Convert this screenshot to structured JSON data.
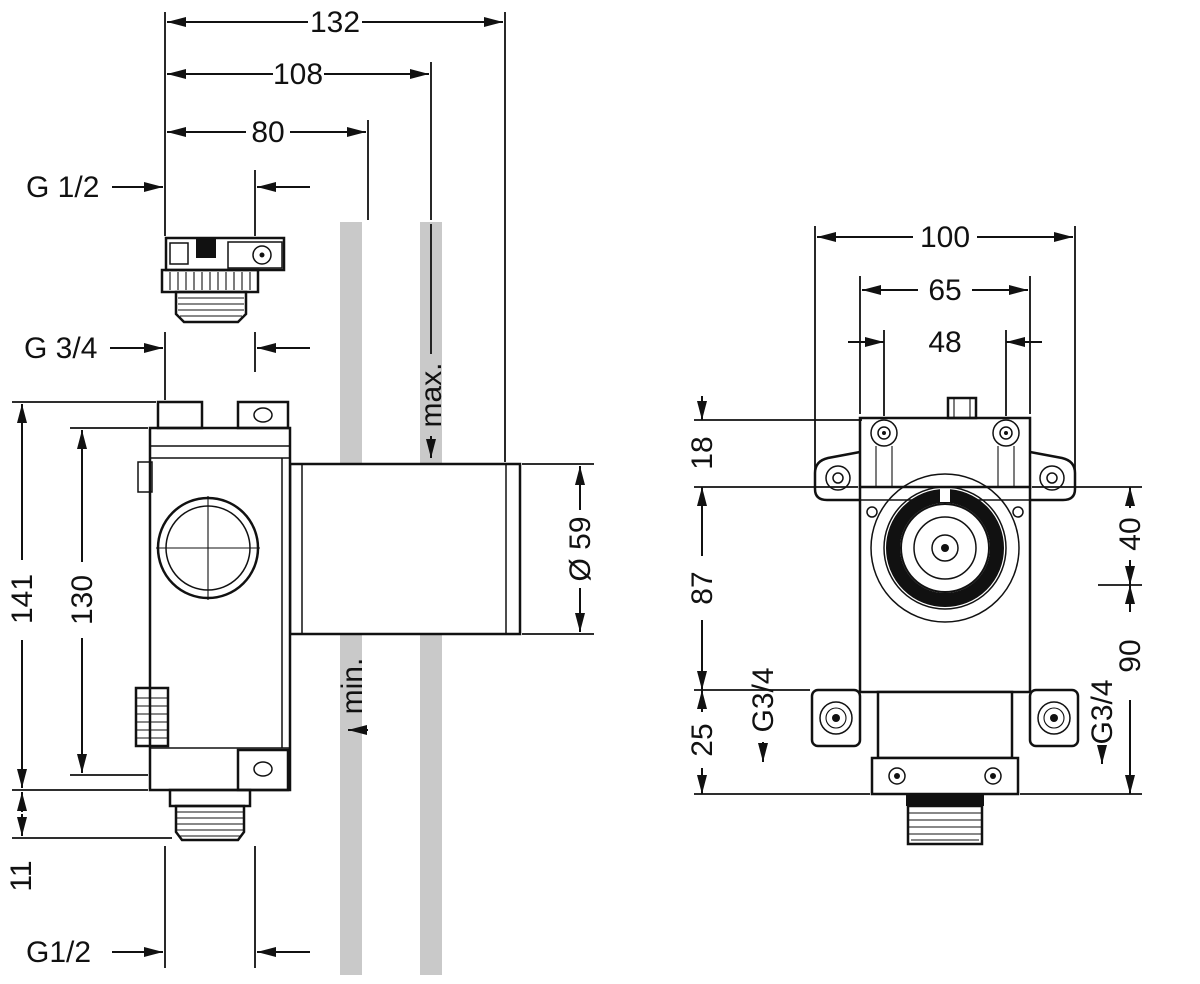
{
  "colors": {
    "line": "#111111",
    "wall_fill": "#c9c9c9",
    "background": "#ffffff"
  },
  "side_view": {
    "overall_depth": "132",
    "depth_to_outer_wall": "108",
    "depth_to_inner_wall": "80",
    "thread_top": "G 1/2",
    "thread_mid": "G 3/4",
    "thread_bottom": "G1/2",
    "overall_height": "141",
    "mount_height": "130",
    "bottom_offset": "11",
    "sleeve_diameter": "Ø 59",
    "max_label": "max.",
    "min_label": "min."
  },
  "front_view": {
    "overall_width": "100",
    "plate_width": "65",
    "screw_spacing": "48",
    "top_offset": "18",
    "body_height": "87",
    "bottom_offset": "25",
    "port_left": "G3/4",
    "port_right": "G3/4",
    "upper_height": "40",
    "lower_height": "90"
  }
}
